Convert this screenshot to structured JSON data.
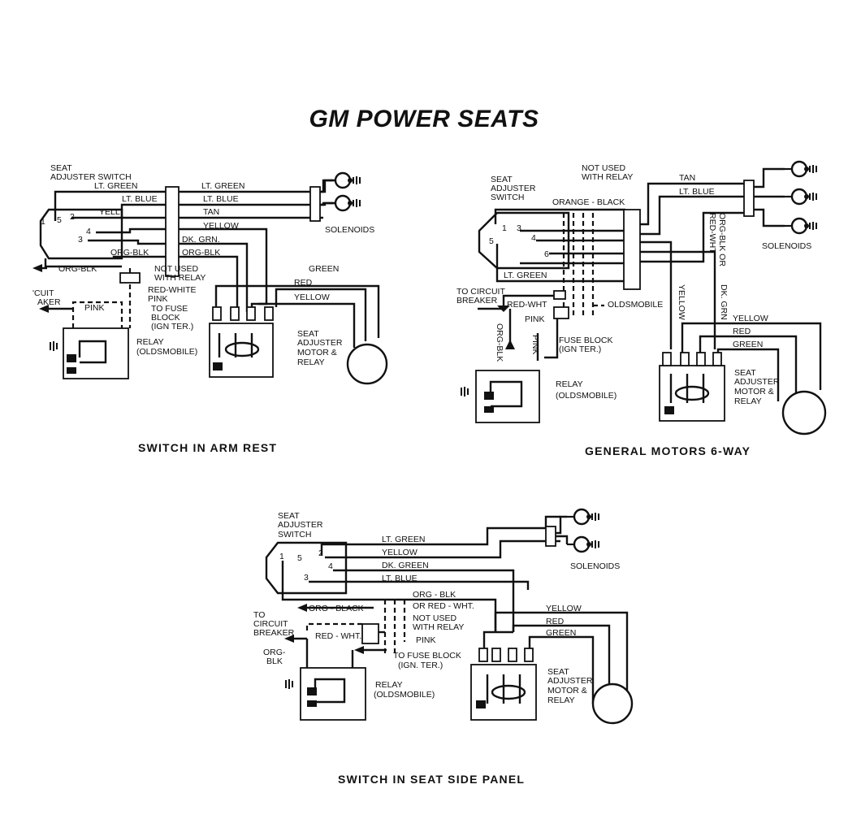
{
  "title": "GM POWER SEATS",
  "d1": {
    "caption": "SWITCH IN ARM REST",
    "seat_adjuster_switch": "SEAT",
    "seat_adjuster_switch_2": "ADJUSTER SWITCH",
    "lt_green": "LT. GREEN",
    "lt_green_b": "LT. GREEN",
    "lt_blue": "LT. BLUE",
    "lt_blue_b": "LT. BLUE",
    "yell": "YELL",
    "tan": "TAN",
    "yellow": "YELLOW",
    "dk_grn": "DK. GRN.",
    "org_blk": "ORG-BLK",
    "org_blk_b": "ORG-BLK",
    "org_blk_c": "ORG-BLK",
    "not_used": "NOT USED",
    "with_relay": "WITH RELAY",
    "red_white": "RED-WHITE",
    "pink": "PINK",
    "pink_b": "PINK",
    "to_fuse": "TO FUSE",
    "block": "BLOCK",
    "ign_ter": "(IGN TER.)",
    "relay": "RELAY",
    "oldsmobile": "(OLDSMOBILE)",
    "cuit": "'CUIT",
    "aker": "AKER",
    "solenoids": "SOLENOIDS",
    "green": "GREEN",
    "red": "RED",
    "yellow_m": "YELLOW",
    "seat": "SEAT",
    "adjuster": "ADJUSTER",
    "motor": "MOTOR &",
    "relay_m": "RELAY",
    "n1": "1",
    "n2": "2",
    "n3": "3",
    "n4": "4",
    "n5": "5"
  },
  "d2": {
    "caption": "GENERAL MOTORS 6-WAY",
    "seat": "SEAT",
    "adjuster": "ADJUSTER",
    "switch": "SWITCH",
    "not_used": "NOT USED",
    "with_relay": "WITH RELAY",
    "orange_black": "ORANGE - BLACK",
    "tan": "TAN",
    "lt_blue": "LT. BLUE",
    "org_blk_or": "ORG-BLK OR",
    "red_wht_v": "RED-WHT",
    "lt_green": "LT. GREEN",
    "to_circuit": "TO CIRCUIT",
    "breaker": "BREAKER",
    "red_wht": "RED-WHT",
    "oldsmobile": "OLDSMOBILE",
    "yellow_v": "YELLOW",
    "dk_grn_v": "DK. GRN",
    "pink": "PINK",
    "org_blk_v": "ORG-BLK",
    "pink_v": "PINK",
    "fuse_block": "FUSE BLOCK",
    "ign_ter": "(IGN TER.)",
    "relay": "RELAY",
    "oldsmobile_p": "(OLDSMOBILE)",
    "solenoids": "SOLENOIDS",
    "yellow": "YELLOW",
    "red": "RED",
    "green": "GREEN",
    "seat_m": "SEAT",
    "adjuster_m": "ADJUSTER",
    "motor": "MOTOR &",
    "relay_m": "RELAY",
    "n1": "1",
    "n3": "3",
    "n4": "4",
    "n5": "5",
    "n6": "6"
  },
  "d3": {
    "caption": "SWITCH IN SEAT SIDE PANEL",
    "seat": "SEAT",
    "adjuster": "ADJUSTER",
    "switch": "SWITCH",
    "lt_green": "LT. GREEN",
    "yellow": "YELLOW",
    "dk_green": "DK. GREEN",
    "lt_blue": "LT. BLUE",
    "org_blk": "ORG - BLK",
    "org_black": "ORG - BLACK",
    "or_red_wht": "OR RED - WHT.",
    "not_used": "NOT USED",
    "with_relay": "WITH RELAY",
    "to": "TO",
    "circuit": "CIRCUIT",
    "breaker": "BREAKER",
    "red_wht": "RED - WHT.",
    "pink": "PINK",
    "org": "ORG-",
    "blk": "BLK",
    "to_fuse_block": "TO FUSE BLOCK",
    "ign_ter": "(IGN. TER.)",
    "relay": "RELAY",
    "oldsmobile": "(OLDSMOBILE)",
    "solenoids": "SOLENOIDS",
    "yellow_m": "YELLOW",
    "red": "RED",
    "green": "GREEN",
    "seat_m": "SEAT",
    "adjuster_m": "ADJUSTER",
    "motor": "MOTOR &",
    "relay_m": "RELAY",
    "n1": "1",
    "n2": "2",
    "n3": "3",
    "n4": "4",
    "n5": "5"
  }
}
